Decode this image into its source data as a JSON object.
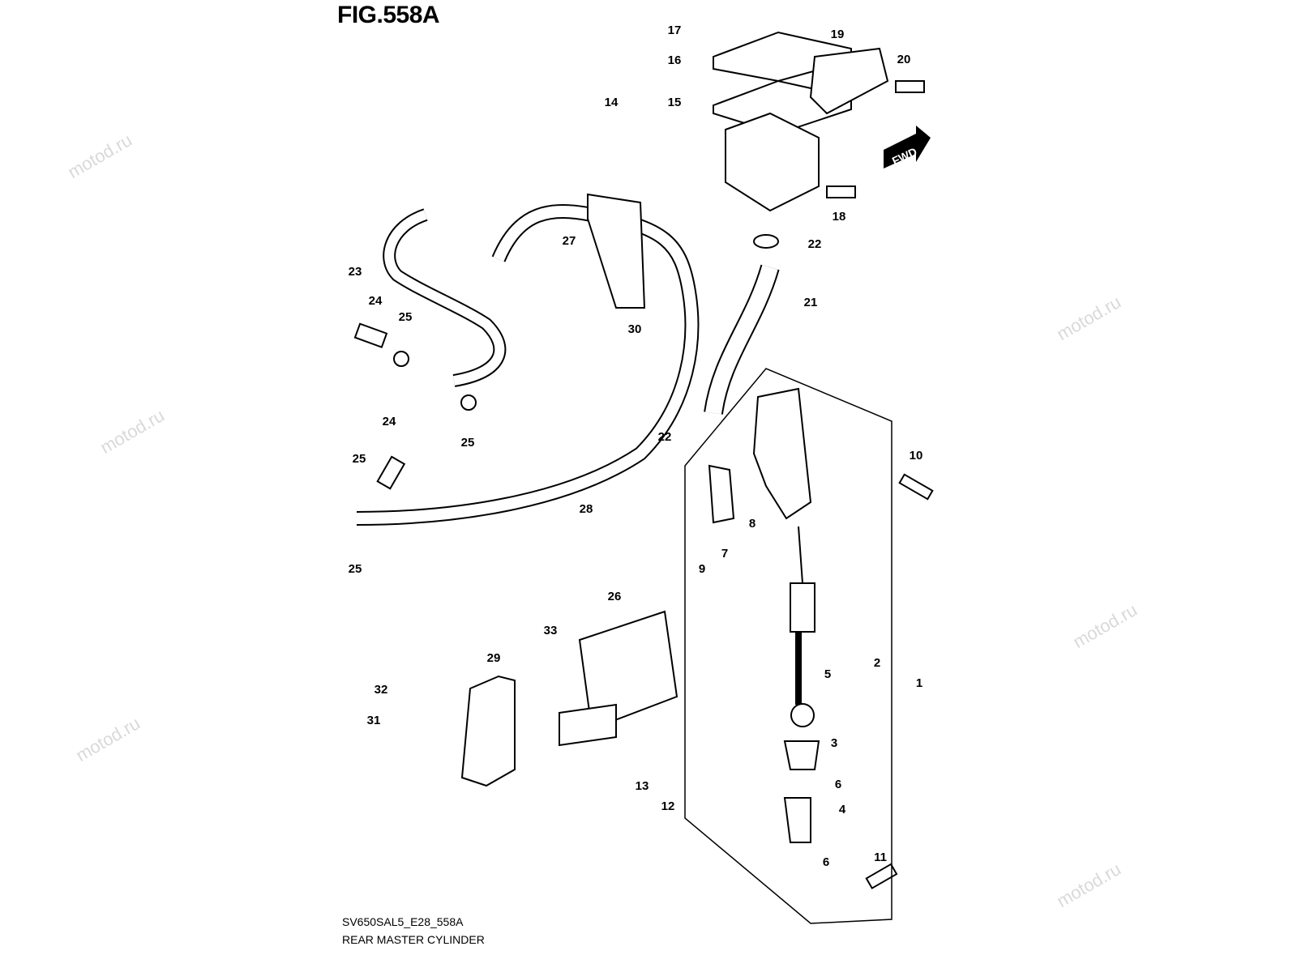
{
  "figure": {
    "title": "FIG.558A",
    "code": "SV650SAL5_E28_558A",
    "name": "REAR MASTER CYLINDER",
    "direction_label": "FWD",
    "watermark": "motod.ru"
  },
  "callouts": [
    "17",
    "16",
    "14",
    "15",
    "19",
    "20",
    "18",
    "22",
    "27",
    "21",
    "23",
    "24",
    "25",
    "30",
    "25",
    "24",
    "22",
    "25",
    "10",
    "28",
    "8",
    "7",
    "9",
    "25",
    "2",
    "26",
    "33",
    "5",
    "1",
    "29",
    "32",
    "31",
    "3",
    "6",
    "13",
    "12",
    "4",
    "6",
    "11"
  ]
}
